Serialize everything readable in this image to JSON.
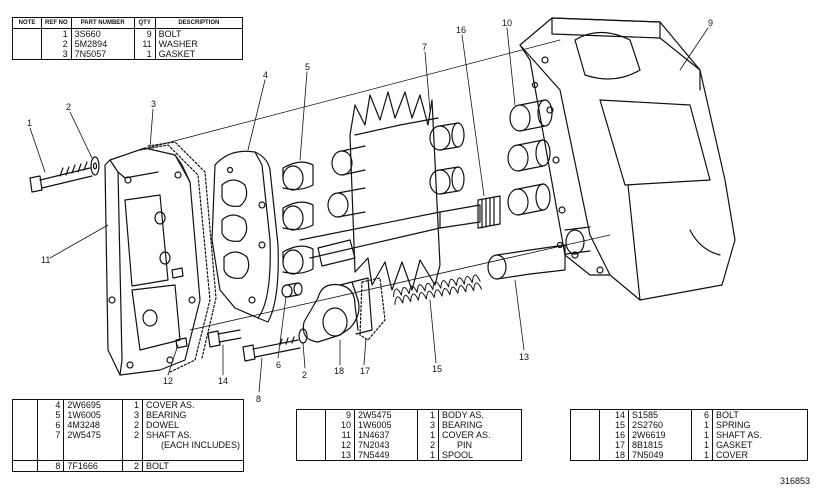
{
  "header_table": {
    "columns": [
      "NOTE",
      "REF NO",
      "PART NUMBER",
      "QTY",
      "DESCRIPTION"
    ],
    "rows": [
      {
        "ref": "1",
        "part": "3S660",
        "qty": "9",
        "desc": "BOLT"
      },
      {
        "ref": "2",
        "part": "5M2894",
        "qty": "11",
        "desc": "WASHER"
      },
      {
        "ref": "3",
        "part": "7N5057",
        "qty": "1",
        "desc": "GASKET"
      }
    ]
  },
  "table_left": [
    {
      "ref": "4",
      "part": "2W6695",
      "qty": "1",
      "desc": "COVER AS."
    },
    {
      "ref": "5",
      "part": "1W6005",
      "qty": "3",
      "desc": "  BEARING"
    },
    {
      "ref": "6",
      "part": "4M3248",
      "qty": "2",
      "desc": "  DOWEL"
    },
    {
      "ref": "7",
      "part": "2W5475",
      "qty": "2",
      "desc": "SHAFT AS."
    },
    {
      "ref": "",
      "part": "",
      "qty": "",
      "desc": "(EACH INCLUDES)"
    },
    {
      "ref": "8",
      "part": "7F1666",
      "qty": "2",
      "desc": "BOLT"
    }
  ],
  "table_mid": [
    {
      "ref": "9",
      "part": "2W5475",
      "qty": "1",
      "desc": "BODY AS."
    },
    {
      "ref": "10",
      "part": "1W6005",
      "qty": "3",
      "desc": "  BEARING"
    },
    {
      "ref": "11",
      "part": "1N4637",
      "qty": "1",
      "desc": "COVER AS."
    },
    {
      "ref": "12",
      "part": "7N2043",
      "qty": "2",
      "desc": "  PIN"
    },
    {
      "ref": "13",
      "part": "7N5449",
      "qty": "1",
      "desc": "SPOOL"
    }
  ],
  "table_right": [
    {
      "ref": "14",
      "part": "S1585",
      "qty": "6",
      "desc": "BOLT"
    },
    {
      "ref": "15",
      "part": "2S2760",
      "qty": "1",
      "desc": "SPRING"
    },
    {
      "ref": "16",
      "part": "2W6619",
      "qty": "1",
      "desc": "SHAFT AS."
    },
    {
      "ref": "17",
      "part": "8B1815",
      "qty": "1",
      "desc": "GASKET"
    },
    {
      "ref": "18",
      "part": "7N5049",
      "qty": "1",
      "desc": "COVER"
    }
  ],
  "callouts": [
    "1",
    "2",
    "3",
    "4",
    "5",
    "6",
    "7",
    "8",
    "9",
    "10",
    "11",
    "12",
    "13",
    "14",
    "15",
    "16",
    "17",
    "18"
  ],
  "figure_number": "316853"
}
